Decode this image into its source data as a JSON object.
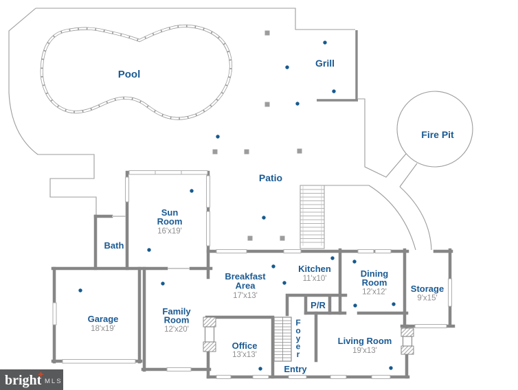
{
  "colors": {
    "label_blue": "#1a5a92",
    "dim_gray": "#8f8f8f",
    "wall_gray": "#868686",
    "outline_gray": "#9b9b9b",
    "window_gray": "#aeaeae",
    "light_dot_blue": "#175a8e",
    "column_gray": "#9c9c9c",
    "logo_bg": "#58595b",
    "logo_star": "#bf4b32"
  },
  "outdoor": {
    "pool": "Pool",
    "grill": "Grill",
    "fire_pit": "Fire Pit",
    "patio": "Patio"
  },
  "rooms": {
    "sun_room": {
      "line1": "Sun",
      "line2": "Room",
      "dims": "16'x19'"
    },
    "bath": {
      "name": "Bath"
    },
    "breakfast": {
      "line1": "Breakfast",
      "line2": "Area",
      "dims": "17'x13'"
    },
    "kitchen": {
      "name": "Kitchen",
      "dims": "11'x10'"
    },
    "dining": {
      "line1": "Dining",
      "line2": "Room",
      "dims": "12'x12'"
    },
    "storage": {
      "name": "Storage",
      "dims": "9'x15'"
    },
    "powder": {
      "name": "P/R"
    },
    "garage": {
      "name": "Garage",
      "dims": "18'x19'"
    },
    "family": {
      "line1": "Family",
      "line2": "Room",
      "dims": "12'x20'"
    },
    "office": {
      "name": "Office",
      "dims": "13'x13'"
    },
    "foyer": {
      "letters": [
        "F",
        "o",
        "y",
        "e",
        "r"
      ]
    },
    "entry": {
      "name": "Entry"
    },
    "living": {
      "name": "Living Room",
      "dims": "19'x13'"
    }
  },
  "icons": {
    "light_dot": "recessed-light-marker",
    "column": "column-post-marker"
  },
  "logo": {
    "brand": "bright",
    "suffix": "MLS"
  }
}
